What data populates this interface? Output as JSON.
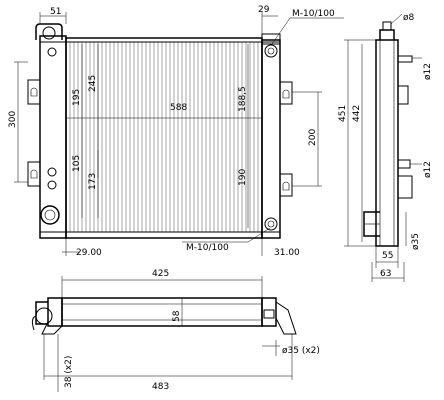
{
  "dimensions": {
    "top_left_width": "51",
    "top_gap": "29",
    "thread_top": "M-10/100",
    "thread_bottom": "M-10/100",
    "height_left": "300",
    "upper_mount": "195",
    "upper_span": "245",
    "core_width": "588",
    "right_upper": "188,5",
    "right_mid": "200",
    "mid_small": "105",
    "mid_span": "173",
    "right_lower": "190",
    "bottom_left_offset": "29.00",
    "bottom_right_offset": "31.00",
    "side_pipe_top": "ø8",
    "side_pipe_upper": "ø12",
    "side_pipe_lower": "ø12",
    "side_height_outer": "451",
    "side_height_inner": "442",
    "side_outlet": "ø35",
    "side_depth": "55",
    "side_total_depth": "63",
    "plan_core_width": "425",
    "plan_depth": "58",
    "plan_pipe": "ø35  (x2)",
    "plan_mount": "38 (x2)",
    "plan_total_width": "483"
  }
}
